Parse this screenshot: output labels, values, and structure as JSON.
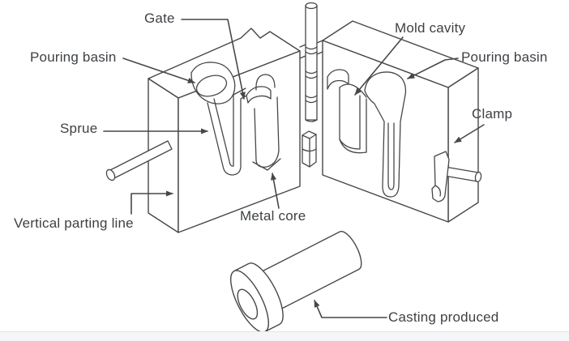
{
  "figure": {
    "type": "diagram",
    "labels": {
      "gate": "Gate",
      "pouring_basin_left": "Pouring basin",
      "mold_cavity": "Mold cavity",
      "pouring_basin_right": "Pouring basin",
      "sprue": "Sprue",
      "clamp": "Clamp",
      "metal_core": "Metal core",
      "vertical_parting_line": "Vertical parting line",
      "casting_produced": "Casting produced"
    },
    "colors": {
      "background": "#ffffff",
      "line": "#474747",
      "text": "#3e4145",
      "footer_strip": "#f6f6f8"
    }
  }
}
